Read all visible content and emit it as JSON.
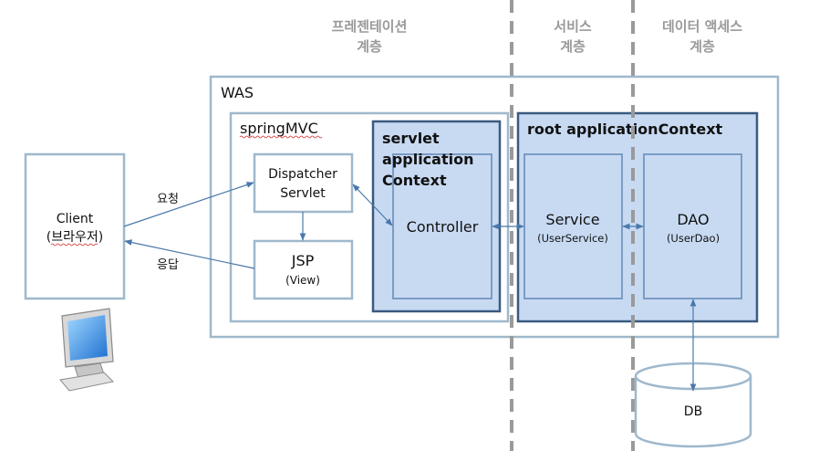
{
  "layers": {
    "presentation": [
      "프레젠테이션",
      "계층"
    ],
    "service": [
      "서비스",
      "계층"
    ],
    "data_access": [
      "데이터 액세스",
      "계층"
    ]
  },
  "was": "WAS",
  "spring_mvc": "springMVC",
  "servlet_context": [
    "servlet",
    "application",
    "Context"
  ],
  "root_context": "root applicationContext",
  "client": {
    "name": "Client",
    "sub": "(브라우저)"
  },
  "dispatcher": [
    "Dispatcher",
    "Servlet"
  ],
  "jsp": {
    "name": "JSP",
    "sub": "(View)"
  },
  "controller": "Controller",
  "service": {
    "name": "Service",
    "sub": "(UserService)"
  },
  "dao": {
    "name": "DAO",
    "sub": "(UserDao)"
  },
  "db": "DB",
  "arrows": {
    "request": "요청",
    "response": "응답"
  },
  "colors": {
    "accent_blue": "#c8daf2",
    "dark_border": "#3a5a80",
    "light_border": "#9fb8cc"
  },
  "icons": [
    "computer-monitor-icon"
  ]
}
